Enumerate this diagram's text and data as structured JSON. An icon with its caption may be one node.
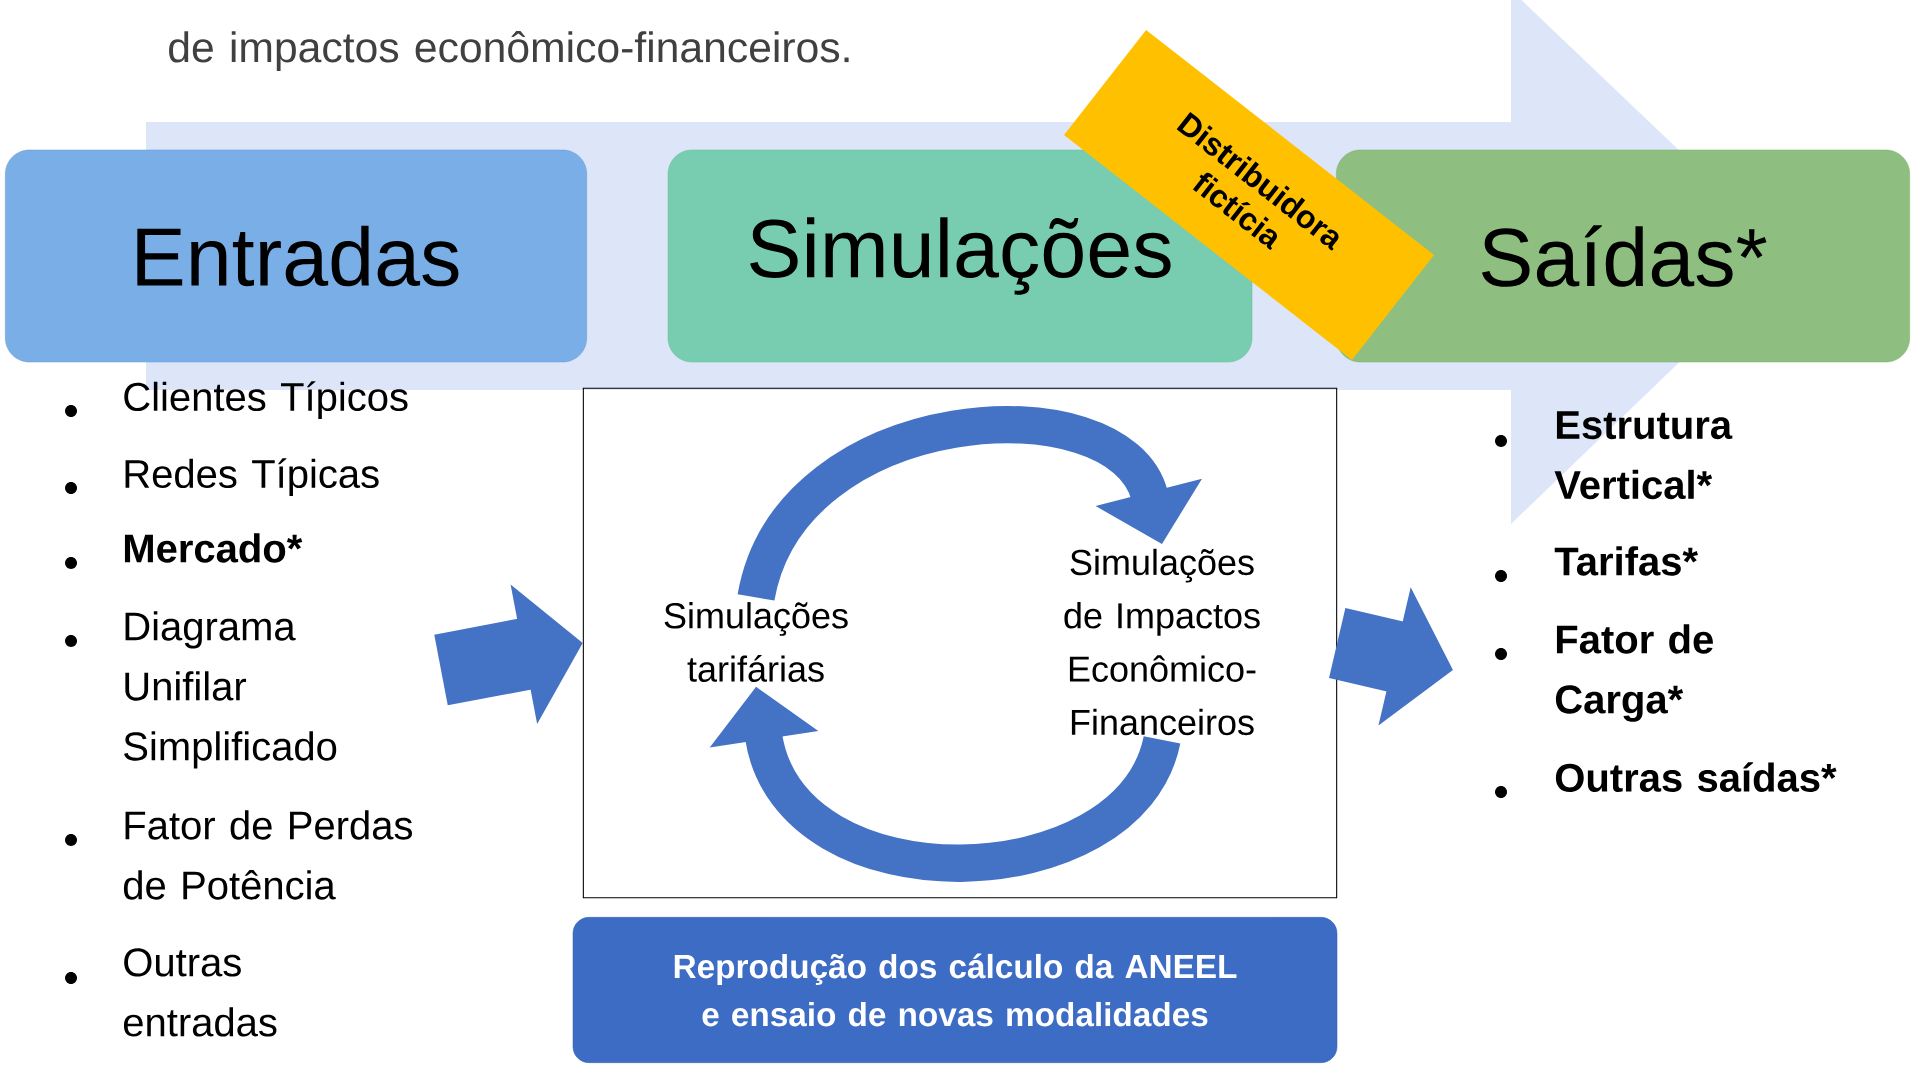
{
  "diagram": {
    "nodes": [
      {
        "text": [
          "Entradas"
        ]
      },
      {
        "text": [
          "Simulações"
        ]
      },
      {
        "text": [
          "Saídas*"
        ]
      },
      {
        "text": [
          "Distribuidora fictícia"
        ]
      },
      {
        "text": [],
        "shape": "box"
      },
      {
        "text": [
          "Simulações tarifárias"
        ],
        "in": 4
      },
      {
        "text": [
          "Simulações de Impactos Econômico-Financeiros"
        ],
        "in": 4
      },
      {
        "text": [
          "Reprodução dos cálculo da ANEEL e ensaio de novas modalidades"
        ]
      }
    ],
    "edges": [
      {
        "from": 5,
        "to": 6,
        "arrow": "to"
      },
      {
        "from": 6,
        "to": 5,
        "arrow": "to"
      },
      {
        "from": null,
        "to": 4,
        "arrow": "to",
        "style": "thick"
      },
      {
        "from": 4,
        "to": null,
        "arrow": "to",
        "style": "thick"
      }
    ],
    "labels": [
      "de impactos econômico-financeiros.",
      "Clientes Típicos",
      "Redes Típicas",
      "Mercado*",
      "Diagrama Unifilar Simplificado",
      "Fator de Perdas de Potência",
      "Outras entradas",
      "Estrutura Vertical*",
      "Tarifas*",
      "Fator de Carga*",
      "Outras saídas*"
    ]
  }
}
